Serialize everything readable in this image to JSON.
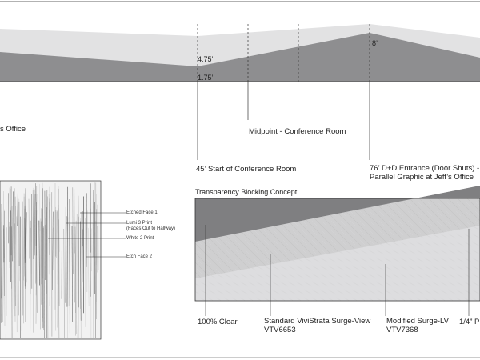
{
  "elevation": {
    "dim_4_75": "4.75’",
    "dim_1_75": "1.75’",
    "dim_8": "8’"
  },
  "annotations": {
    "office_fragment": "s Office",
    "midpoint": "Midpoint - Conference Room",
    "start_conference": "45’  Start of Conference Room",
    "entrance_line1": "76’  D+D Entrance (Door Shuts) -",
    "entrance_line2": "Parallel Graphic at Jeff’s Office"
  },
  "swatch": {
    "labels": {
      "etched_face_1": "Etched Face 1",
      "lumi_line1": "Lumi 3 Print",
      "lumi_line2": "(Faces Out to Hallway)",
      "white_2_print": "White 2 Print",
      "etch_face_2": "Etch Face 2"
    }
  },
  "transparency": {
    "title": "Transparency Blocking Concept",
    "labels": {
      "clear": "100% Clear",
      "standard_line1": "Standard ViviStrata Surge-View",
      "standard_line2": "VTV6653",
      "modified_line1": "Modified Surge-LV",
      "modified_line2": "VTV7368",
      "quarter_fragment": "1/4”  P"
    }
  },
  "colors": {
    "dark_band": "#8e8e90",
    "light_band": "#e2e2e3",
    "dark_block": "#7f7f81",
    "mid_block": "#bdbdbf",
    "light_block": "#dcdcdd",
    "line": "#333333"
  }
}
